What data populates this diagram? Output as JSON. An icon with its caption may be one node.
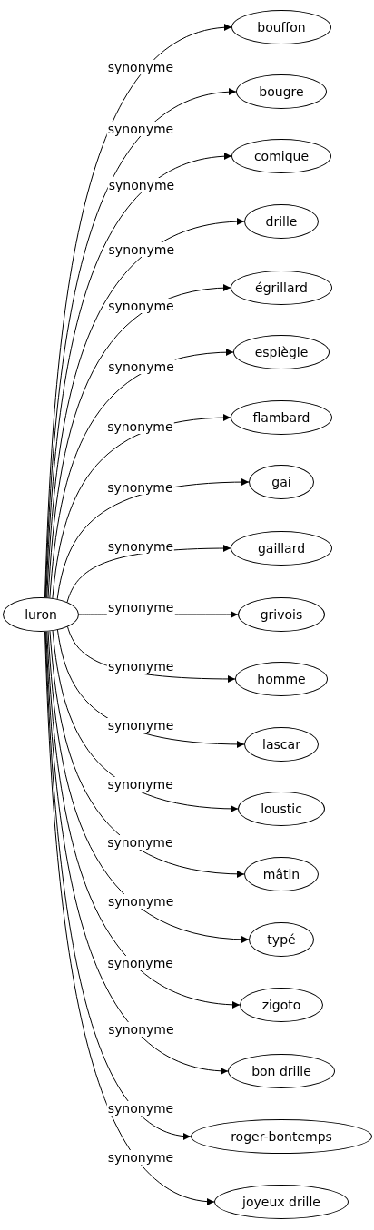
{
  "diagram": {
    "nodes": [
      {
        "text": [
          "luron"
        ]
      },
      {
        "text": [
          "bouffon"
        ]
      },
      {
        "text": [
          "bougre"
        ]
      },
      {
        "text": [
          "comique"
        ]
      },
      {
        "text": [
          "drille"
        ]
      },
      {
        "text": [
          "égrillard"
        ]
      },
      {
        "text": [
          "espiègle"
        ]
      },
      {
        "text": [
          "flambard"
        ]
      },
      {
        "text": [
          "gai"
        ]
      },
      {
        "text": [
          "gaillard"
        ]
      },
      {
        "text": [
          "grivois"
        ]
      },
      {
        "text": [
          "homme"
        ]
      },
      {
        "text": [
          "lascar"
        ]
      },
      {
        "text": [
          "loustic"
        ]
      },
      {
        "text": [
          "mâtin"
        ]
      },
      {
        "text": [
          "typé"
        ]
      },
      {
        "text": [
          "zigoto"
        ]
      },
      {
        "text": [
          "bon drille"
        ]
      },
      {
        "text": [
          "roger-bontemps"
        ]
      },
      {
        "text": [
          "joyeux drille"
        ]
      }
    ],
    "edges": [
      {
        "from": 0,
        "to": 1,
        "arrow": "to",
        "label": "synonyme"
      },
      {
        "from": 0,
        "to": 2,
        "arrow": "to",
        "label": "synonyme"
      },
      {
        "from": 0,
        "to": 3,
        "arrow": "to",
        "label": "synonyme"
      },
      {
        "from": 0,
        "to": 4,
        "arrow": "to",
        "label": "synonyme"
      },
      {
        "from": 0,
        "to": 5,
        "arrow": "to",
        "label": "synonyme"
      },
      {
        "from": 0,
        "to": 6,
        "arrow": "to",
        "label": "synonyme"
      },
      {
        "from": 0,
        "to": 7,
        "arrow": "to",
        "label": "synonyme"
      },
      {
        "from": 0,
        "to": 8,
        "arrow": "to",
        "label": "synonyme"
      },
      {
        "from": 0,
        "to": 9,
        "arrow": "to",
        "label": "synonyme"
      },
      {
        "from": 0,
        "to": 10,
        "arrow": "to",
        "label": "synonyme"
      },
      {
        "from": 0,
        "to": 11,
        "arrow": "to",
        "label": "synonyme"
      },
      {
        "from": 0,
        "to": 12,
        "arrow": "to",
        "label": "synonyme"
      },
      {
        "from": 0,
        "to": 13,
        "arrow": "to",
        "label": "synonyme"
      },
      {
        "from": 0,
        "to": 14,
        "arrow": "to",
        "label": "synonyme"
      },
      {
        "from": 0,
        "to": 15,
        "arrow": "to",
        "label": "synonyme"
      },
      {
        "from": 0,
        "to": 16,
        "arrow": "to",
        "label": "synonyme"
      },
      {
        "from": 0,
        "to": 17,
        "arrow": "to",
        "label": "synonyme"
      },
      {
        "from": 0,
        "to": 18,
        "arrow": "to",
        "label": "synonyme"
      },
      {
        "from": 0,
        "to": 19,
        "arrow": "to",
        "label": "synonyme"
      }
    ]
  }
}
